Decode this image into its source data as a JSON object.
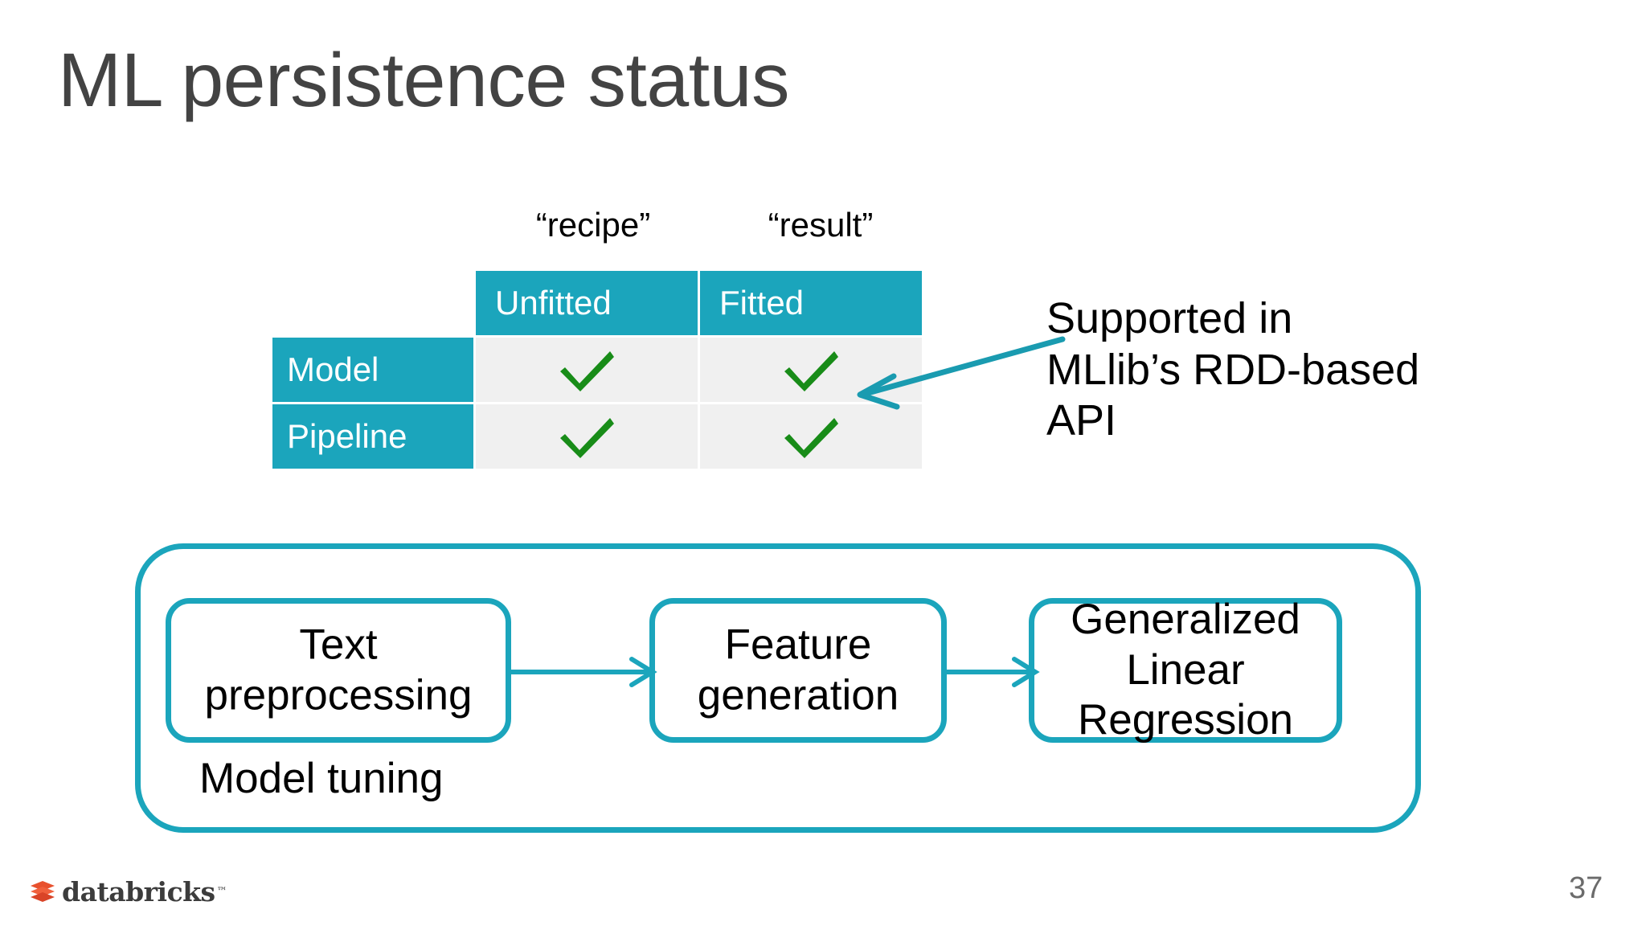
{
  "slide": {
    "title": "ML persistence status",
    "page_number": "37"
  },
  "colors": {
    "teal": "#1BA5BC",
    "title_gray": "#434343",
    "check_green": "#188C18",
    "cell_gray": "#F0F0F0",
    "logo_red": "#E8512E"
  },
  "table": {
    "column_captions": [
      "“recipe”",
      "“result”"
    ],
    "column_headers": [
      "Unfitted",
      "Fitted"
    ],
    "row_headers": [
      "Model",
      "Pipeline"
    ],
    "cells": [
      [
        "check",
        "check"
      ],
      [
        "check",
        "check"
      ]
    ]
  },
  "callout": {
    "lines": [
      "Supported in",
      "MLlib’s RDD-based",
      "API"
    ],
    "arrow": "arrow-pointing-left-to-table"
  },
  "pipeline": {
    "outer_label": "Model tuning",
    "stages": [
      {
        "label": "Text preprocessing"
      },
      {
        "label": "Feature generation"
      },
      {
        "label": "Generalized Linear Regression"
      }
    ],
    "connectors": [
      "arrow-right",
      "arrow-right"
    ]
  },
  "footer": {
    "logo_text": "databricks",
    "logo_tm": "™"
  }
}
